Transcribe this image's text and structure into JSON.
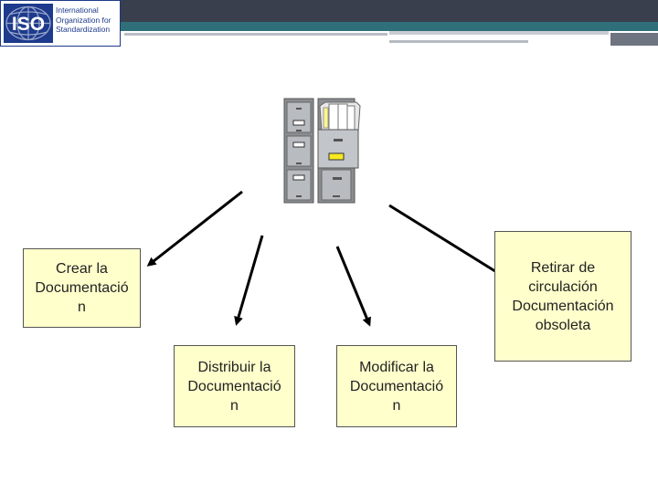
{
  "logo": {
    "mark": "ISO",
    "name_lines": [
      "International",
      "Organization for",
      "Standardization"
    ]
  },
  "diagram": {
    "nodes": [
      {
        "id": "crear",
        "lines": [
          "Crear  la",
          "Documentació",
          "n"
        ]
      },
      {
        "id": "distribuir",
        "lines": [
          "Distribuir  la",
          "Documentació",
          "n"
        ]
      },
      {
        "id": "modificar",
        "lines": [
          "Modificar  la",
          "Documentació",
          "n"
        ]
      },
      {
        "id": "retirar",
        "lines": [
          "Retirar de",
          "circulación",
          "Documentación",
          "obsoleta"
        ]
      }
    ],
    "central_image": "filing-cabinet-icon",
    "colors": {
      "box_fill": "#ffffcc",
      "box_border": "#555555",
      "arrow": "#000000",
      "iso_blue": "#1d3a8c"
    }
  }
}
